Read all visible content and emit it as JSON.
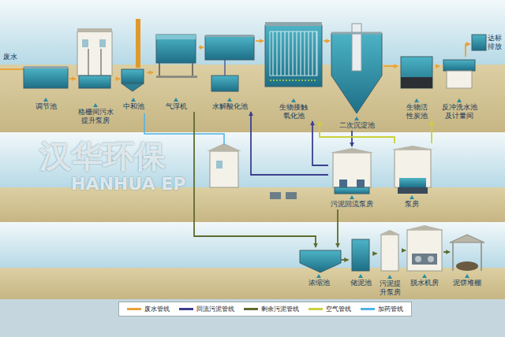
{
  "diagram": {
    "nodes": [
      {
        "text": [
          "调节池"
        ]
      },
      {
        "text": [
          "格栅间污水提升泵房"
        ]
      },
      {
        "text": [
          "中和池"
        ]
      },
      {
        "text": [
          "气浮机"
        ]
      },
      {
        "text": [
          "水解酸化池"
        ]
      },
      {
        "text": [
          "生物接触氧化池"
        ]
      },
      {
        "text": [
          "二次沉淀池"
        ]
      },
      {
        "text": [
          "生物活性炭池"
        ]
      },
      {
        "text": [
          "反冲洗水池及计量间"
        ]
      },
      {
        "text": [
          "达标排放"
        ]
      },
      {
        "text": [
          "污泥回流泵房"
        ]
      },
      {
        "text": [
          "泵房"
        ]
      },
      {
        "text": [
          "浓缩池"
        ]
      },
      {
        "text": [
          "储泥池"
        ]
      },
      {
        "text": [
          "污泥提升泵房"
        ]
      },
      {
        "text": [
          "脱水机房"
        ]
      },
      {
        "text": [
          "泥饼堆棚"
        ]
      }
    ],
    "edges": [
      {
        "from": 0,
        "to": 1,
        "arrow": "to"
      },
      {
        "from": 1,
        "to": 2,
        "arrow": "to"
      },
      {
        "from": 2,
        "to": 3,
        "arrow": "to"
      },
      {
        "from": 3,
        "to": 4,
        "arrow": "to"
      },
      {
        "from": 4,
        "to": 5,
        "arrow": "to"
      },
      {
        "from": 5,
        "to": 6,
        "arrow": "to"
      },
      {
        "from": 6,
        "to": 7,
        "arrow": "to"
      },
      {
        "from": 7,
        "to": 8,
        "arrow": "to"
      },
      {
        "from": 8,
        "to": 9,
        "arrow": "to"
      },
      {
        "from": 6,
        "to": 10,
        "arrow": "to"
      },
      {
        "from": 10,
        "to": 5,
        "arrow": "to"
      },
      {
        "from": 10,
        "to": 4,
        "arrow": "to"
      },
      {
        "from": 10,
        "to": 12,
        "arrow": "to"
      },
      {
        "from": 3,
        "to": 12,
        "arrow": "to"
      },
      {
        "from": 12,
        "to": 13,
        "arrow": "to"
      },
      {
        "from": 13,
        "to": 14,
        "arrow": "to"
      },
      {
        "from": 14,
        "to": 15,
        "arrow": "to"
      },
      {
        "from": 15,
        "to": 16,
        "arrow": "to"
      },
      {
        "from": 11,
        "to": 7,
        "arrow": "to"
      },
      {
        "from": 11,
        "to": 5,
        "arrow": "to"
      }
    ],
    "labels": [
      "废水",
      "汉华环保",
      "HANHUA EP"
    ],
    "legend": [
      {
        "text": "废水管线",
        "color": "#e8a33a"
      },
      {
        "text": "回流污泥管线",
        "color": "#3b3f8f"
      },
      {
        "text": "剩余污泥管线",
        "color": "#5f6b2e"
      },
      {
        "text": "空气管线",
        "color": "#c8d23a"
      },
      {
        "text": "加药管线",
        "color": "#4fb3e6"
      }
    ]
  }
}
